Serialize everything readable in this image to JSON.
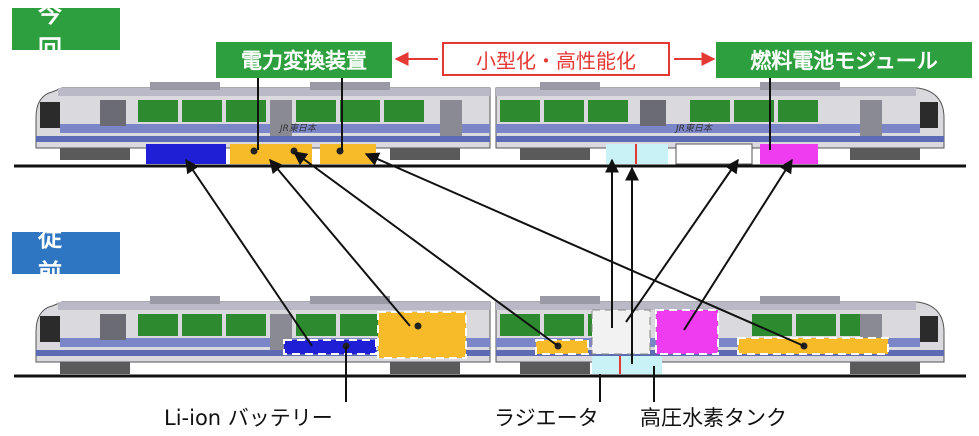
{
  "labels": {
    "current": "今回",
    "previous": "従前",
    "power_converter": "電力変換装置",
    "fuel_cell": "燃料電池モジュール",
    "improvement": "小型化・高性能化",
    "battery": "Li-ion バッテリー",
    "radiator": "ラジエータ",
    "tank": "高圧水素タンク"
  },
  "train_logo": "JR東日本",
  "colors": {
    "green_label": "#2e9f3e",
    "blue_label": "#2e75c2",
    "red_accent": "#e53935",
    "battery_blue": "#1f1fd6",
    "converter_yellow": "#f7bb2a",
    "fuel_cell_magenta": "#f03cf0",
    "tank_cyan": "#c8f2f5"
  }
}
